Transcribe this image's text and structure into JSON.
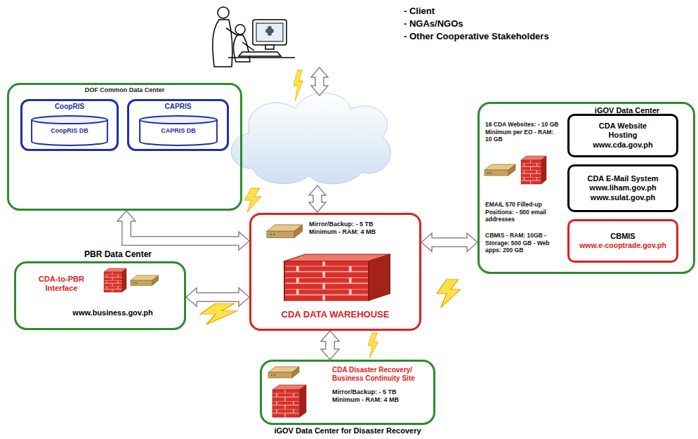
{
  "diagram": {
    "nodes": [
      {
        "text": [
          "DOF Common Data Center"
        ]
      },
      {
        "text": [
          "CoopRIS"
        ],
        "in": 0
      },
      {
        "text": [
          "CoopRIS DB"
        ],
        "in": 1
      },
      {
        "text": [
          "CAPRIS"
        ],
        "in": 0
      },
      {
        "text": [
          "CAPRIS DB"
        ],
        "in": 3
      },
      {
        "text": [
          "iGOV Data Center",
          "16 CDA Websites: - 10 GB Minimum per EO - RAM: 10 GB",
          "EMAIL 570 Filled-up Positions: - 500 email addresses",
          "CBMIS - RAM: 10GB - Storage: 500 GB - Web apps: 200 GB"
        ]
      },
      {
        "text": [
          "CDA Website Hosting",
          "www.cda.gov.ph"
        ],
        "in": 5
      },
      {
        "text": [
          "CDA E-Mail System",
          "www.liham.gov.ph",
          "www.sulat.gov.ph"
        ],
        "in": 5
      },
      {
        "text": [
          "CBMIS",
          "www.e-cooptrade.gov.ph"
        ],
        "in": 5
      },
      {
        "text": [
          "PBR Data Center",
          "CDA-to-PBR Interface",
          "www.business.gov.ph"
        ]
      },
      {
        "text": [
          "Mirror/Backup: - 5 TB Minimum - RAM: 4 MB",
          "CDA DATA WAREHOUSE"
        ]
      },
      {
        "text": [
          "CDA Disaster Recovery/ Business Continuity Site",
          "Mirror/Backup: - 5 TB Minimum - RAM: 4 MB",
          "iGOV Data Center for Disaster Recovery"
        ]
      }
    ],
    "edges": [
      {
        "from": 10,
        "to": 0,
        "arrow": "both"
      },
      {
        "from": 10,
        "to": 9,
        "arrow": "both"
      },
      {
        "from": 10,
        "to": 5,
        "arrow": "both"
      },
      {
        "from": 10,
        "to": 11,
        "arrow": "both"
      }
    ],
    "labels": [
      "- Client",
      "- NGAs/NGOs",
      "- Other Cooperative Stakeholders"
    ]
  }
}
